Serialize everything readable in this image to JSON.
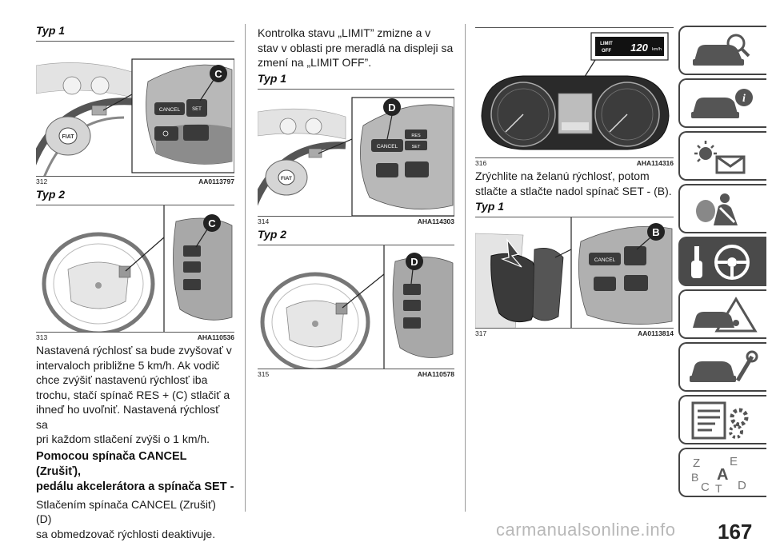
{
  "col1": {
    "typ1": "Typ 1",
    "fig312": {
      "num": "312",
      "code": "AA0113797",
      "callout": "C",
      "btn_cancel": "CANCEL",
      "btn_set": "SET",
      "logo": "FIAT"
    },
    "typ2": "Typ 2",
    "fig313": {
      "num": "313",
      "code": "AHA110536",
      "callout": "C"
    },
    "para1": [
      "Nastavená rýchlosť sa bude zvyšovať v",
      "intervaloch približne 5 km/h. Ak vodič",
      "chce zvýšiť nastavenú rýchlosť iba",
      "trochu, stačí spínač RES + (C) stlačiť a",
      "ihneď ho uvoľniť. Nastavená rýchlosť sa",
      "pri každom stlačení zvýši o 1 km/h."
    ],
    "heading": [
      "Pomocou spínača CANCEL (Zrušiť),",
      "pedálu akcelerátora a spínača SET -"
    ],
    "para2": [
      "Stlačením spínača CANCEL (Zrušiť) (D)",
      "sa obmedzovač rýchlosti deaktivuje."
    ]
  },
  "col2": {
    "para1": [
      "Kontrolka stavu „LIMIT” zmizne a v",
      "stav v oblasti pre meradlá na displeji sa",
      "zmení na „LIMIT OFF”."
    ],
    "typ1": "Typ 1",
    "fig314": {
      "num": "314",
      "code": "AHA114303",
      "callout": "D",
      "btn_cancel": "CANCEL",
      "btn_res": "RES",
      "btn_set": "SET",
      "logo": "FIAT"
    },
    "typ2": "Typ 2",
    "fig315": {
      "num": "315",
      "code": "AHA110578",
      "callout": "D"
    }
  },
  "col3": {
    "fig316": {
      "num": "316",
      "code": "AHA114316",
      "display_limit": "LIMIT",
      "display_off": "OFF",
      "display_speed": "120",
      "display_unit": "km/h"
    },
    "para1": [
      "Zrýchlite na želanú rýchlosť, potom",
      "stlačte a stlačte nadol spínač SET - (B)."
    ],
    "typ1": "Typ 1",
    "fig317": {
      "num": "317",
      "code": "AA0113814",
      "callout": "B",
      "btn_cancel": "CANCEL"
    }
  },
  "sidebar": {
    "tabs": [
      "dashboard-info-icon",
      "vehicle-info-icon",
      "warning-lights-icon",
      "safety-airbag-icon",
      "starting-driving-icon",
      "emergency-icon",
      "maintenance-icon",
      "technical-data-icon",
      "index-icon"
    ],
    "active_index": 4,
    "index_letters": [
      "Z",
      "E",
      "A",
      "B",
      "C",
      "T",
      "D"
    ]
  },
  "page_number": "167",
  "watermark": "carmanualsonline.info"
}
